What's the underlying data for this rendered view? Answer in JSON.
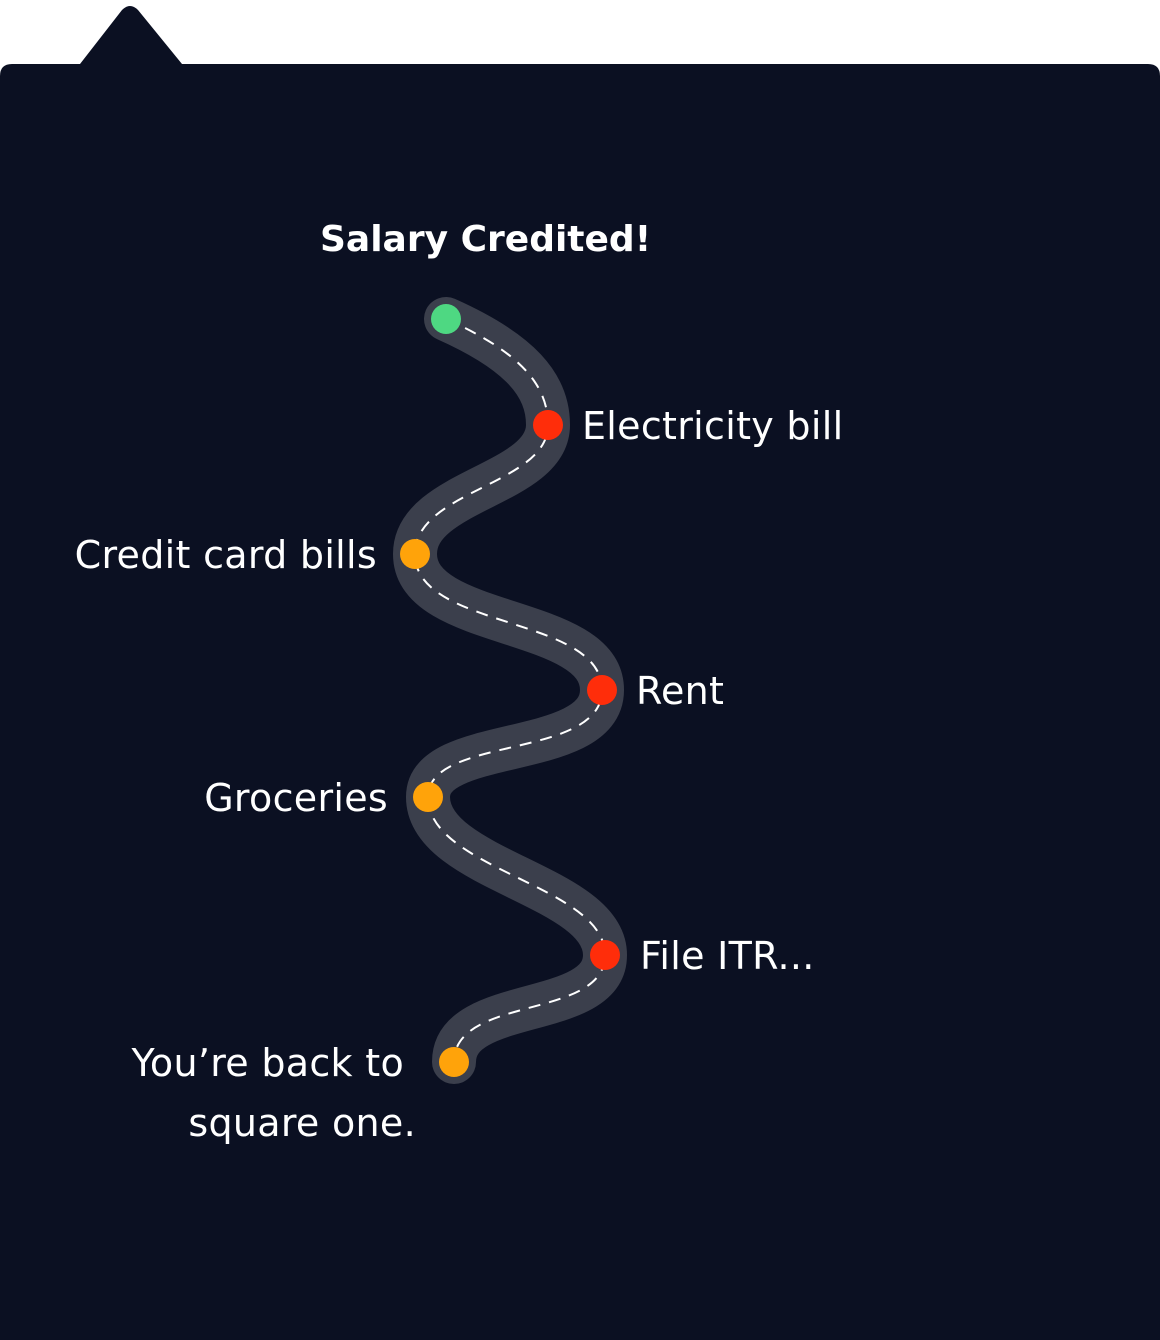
{
  "title": "Salary Credited!",
  "colors": {
    "background": "#0b1022",
    "road": "#3b3f4c",
    "dash": "#ffffff",
    "start": "#4ed882",
    "expense_major": "#ff2d0a",
    "expense_minor": "#ffa30a"
  },
  "milestones": [
    {
      "label": "Electricity bill",
      "status": "expense_major"
    },
    {
      "label": "Credit card bills",
      "status": "expense_minor"
    },
    {
      "label": "Rent",
      "status": "expense_major"
    },
    {
      "label": "Groceries",
      "status": "expense_minor"
    },
    {
      "label": "File ITR...",
      "status": "expense_major"
    }
  ],
  "ending": {
    "line1": "You’re back to",
    "line2": "square one."
  }
}
